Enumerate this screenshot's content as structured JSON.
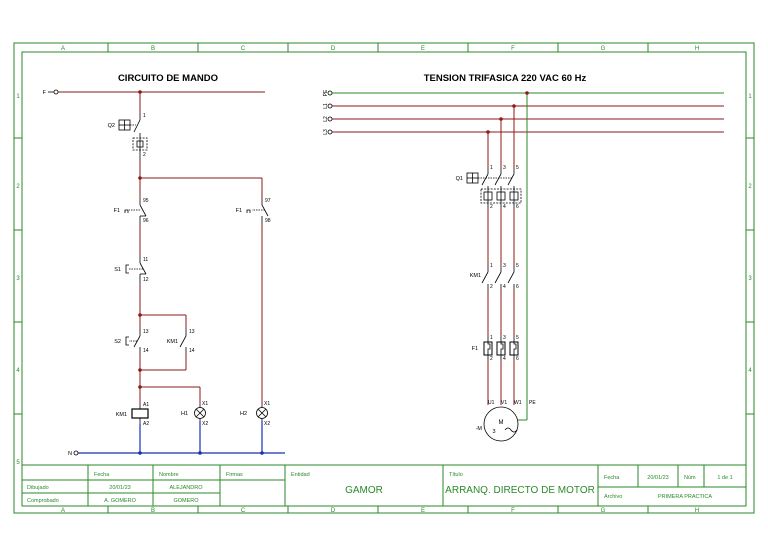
{
  "titles": {
    "control": "CIRCUITO DE MANDO",
    "power": "TENSION TRIFASICA 220 VAC 60 Hz"
  },
  "frame": {
    "columns": [
      "A",
      "B",
      "C",
      "D",
      "E",
      "F",
      "G",
      "H"
    ],
    "rows": [
      "1",
      "2",
      "3",
      "4",
      "5"
    ]
  },
  "control": {
    "supply_top": "F",
    "supply_bottom": "N",
    "q2": {
      "label": "Q2",
      "t1": "1",
      "t2": "2"
    },
    "f1_main": {
      "label": "F1",
      "t1": "95",
      "t2": "96"
    },
    "f1_aux": {
      "label": "F1",
      "t1": "97",
      "t2": "98"
    },
    "s1": {
      "label": "S1",
      "t1": "11",
      "t2": "12"
    },
    "s2": {
      "label": "S2",
      "t1": "13",
      "t2": "14"
    },
    "km1_hold": {
      "label": "KM1",
      "t1": "13",
      "t2": "14"
    },
    "km1_coil": {
      "label": "KM1",
      "t1": "A1",
      "t2": "A2"
    },
    "h1": {
      "label": "H1",
      "t1": "X1",
      "t2": "X2"
    },
    "h2": {
      "label": "H2",
      "t1": "X1",
      "t2": "X2"
    }
  },
  "power": {
    "lines": [
      "L1",
      "L2",
      "L3",
      "PE"
    ],
    "q1": {
      "label": "Q1",
      "top": [
        "1",
        "3",
        "5"
      ],
      "bottom": [
        "2",
        "4",
        "6"
      ]
    },
    "km1": {
      "label": "KM1",
      "top": [
        "1",
        "3",
        "5"
      ],
      "bottom": [
        "2",
        "4",
        "6"
      ]
    },
    "f1": {
      "label": "F1",
      "top": [
        "1",
        "3",
        "5"
      ],
      "bottom": [
        "2",
        "4",
        "6"
      ]
    },
    "motor": {
      "terminals": [
        "U1",
        "V1",
        "W1",
        "PE"
      ],
      "label": "-M",
      "letter": "M",
      "phases": "3",
      "symbol": "~"
    }
  },
  "title_block": {
    "headers": {
      "fecha": "Fecha",
      "nombre": "Nombre",
      "firmas": "Firmas",
      "entidad": "Entidad",
      "titulo": "Título"
    },
    "dibujado": {
      "label": "Dibujado",
      "fecha": "20/01/23",
      "nombre": "ALEJANDRO"
    },
    "comprobado": {
      "label": "Comprobado",
      "fecha": "A. GOMERO",
      "nombre": "GOMERO"
    },
    "entidad": "GAMOR",
    "titulo": "ARRANQ. DIRECTO DE MOTOR",
    "fecha_label": "Fecha",
    "fecha_value": "20/01/23",
    "num_label": "Núm",
    "num_value": "1 de 1",
    "archivo_label": "Archivo",
    "archivo_value": "PRIMERA PRACTICA"
  },
  "colors": {
    "frame": "#2a8a2a",
    "wire": "#8b1a1a",
    "neutral": "#1a2fb5",
    "pe": "#2a8a2a",
    "component": "#000000"
  }
}
